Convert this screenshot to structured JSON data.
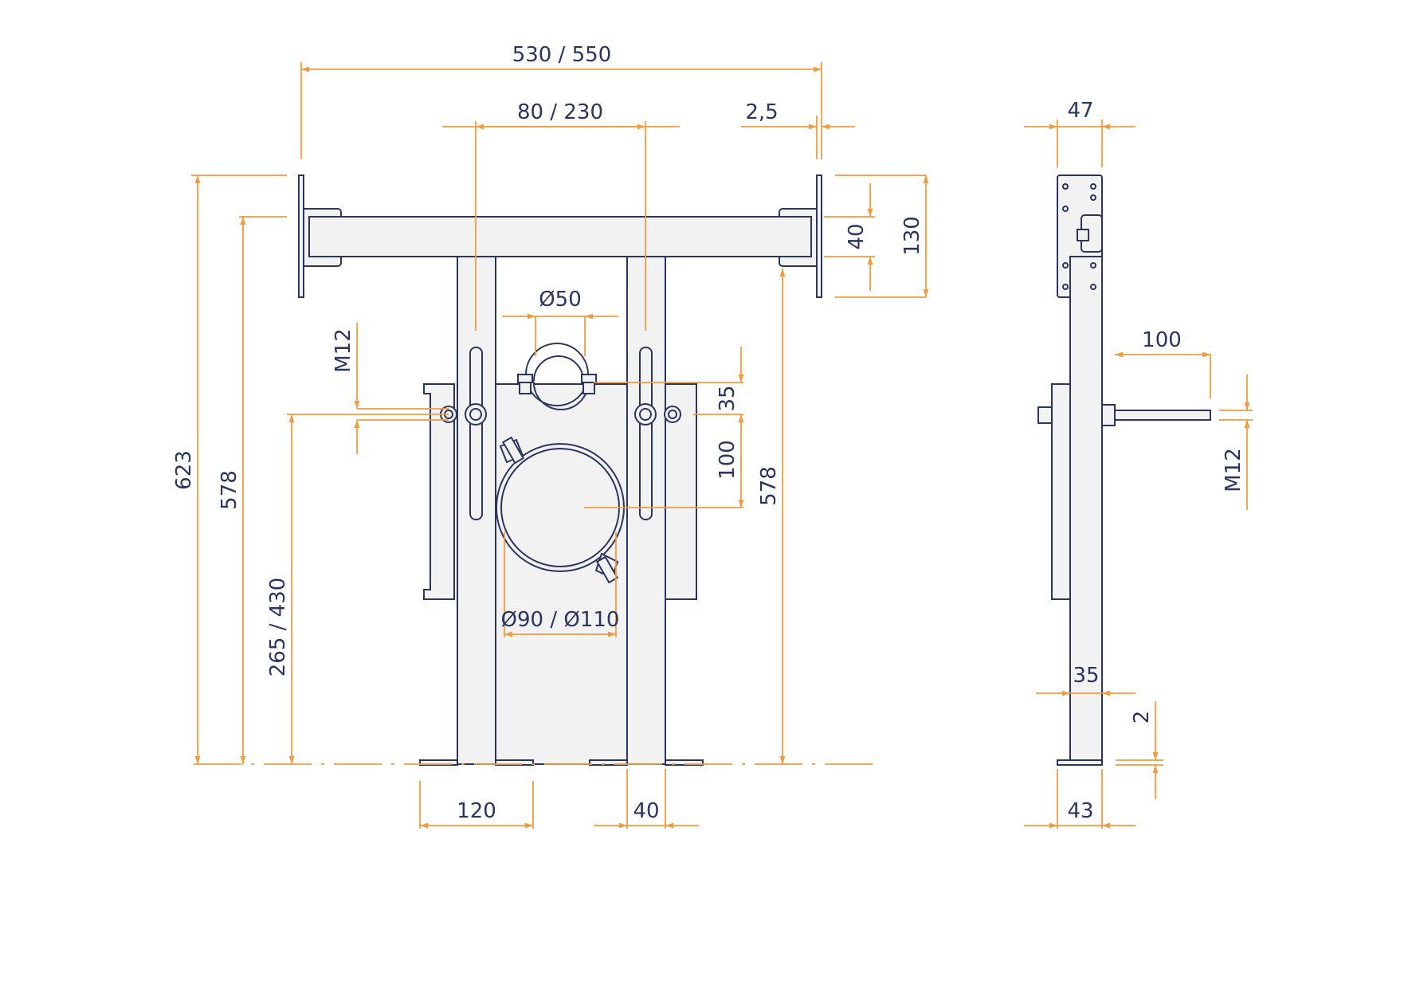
{
  "colors": {
    "outline": "#2a3560",
    "dimension": "#f39c3f",
    "fill": "#f2f2f2",
    "text": "#2a3560"
  },
  "front_view": {
    "overall_width": "530 / 550",
    "post_spacing": "80 / 230",
    "plate_offset": "2,5",
    "rail_height": "40",
    "plate_height": "130",
    "small_pipe": "Ø50",
    "clamp_offset": "35",
    "clamp_spacing": "100",
    "bolt": "M12",
    "total_height": "623",
    "height_left": "578",
    "height_right": "578",
    "pipe_height": "265 / 430",
    "large_pipe": "Ø90 / Ø110",
    "foot_width": "120",
    "post_width": "40"
  },
  "side_view": {
    "top_width": "47",
    "rod_length": "100",
    "bolt": "M12",
    "post_depth": "35",
    "foot_thickness": "2",
    "foot_width": "43"
  }
}
